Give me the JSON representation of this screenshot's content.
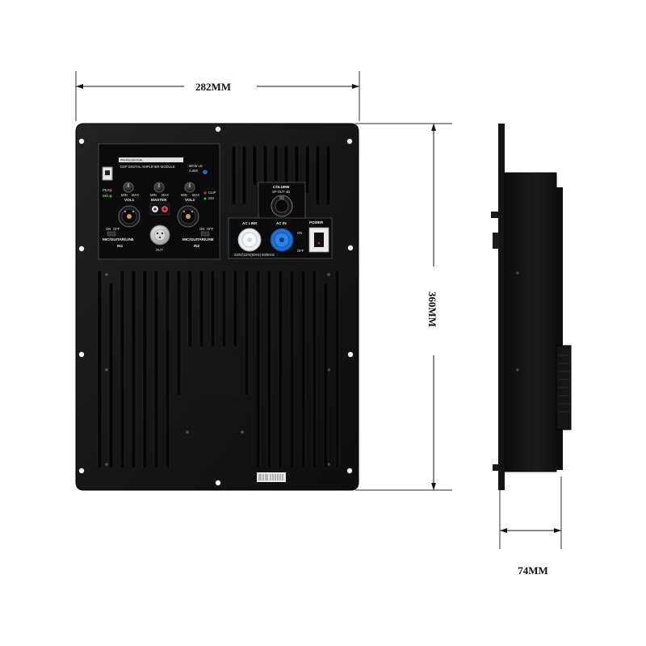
{
  "dimensions": {
    "width": "282MM",
    "height": "360MM",
    "depth": "74MM"
  },
  "panel": {
    "badge": "PROFESSIONAL",
    "module_name": "DSP DIGITAL AMPLIFIER MODULE",
    "indicator_lines": [
      "MCW LE",
      "A.050"
    ],
    "vol1": "VOL1",
    "master": "MASTER",
    "vol2": "VOL2",
    "knob_min": "MIN",
    "knob_max": "MAX",
    "peak": "PEAK",
    "sig": "SIG",
    "clip": "CLIP",
    "on_off_left": [
      "ON",
      "OFF"
    ],
    "on_off_right": [
      "ON",
      "OFF"
    ],
    "input1": "MIC/GUITAR/LINE",
    "input1_num": "IN1",
    "input2": "MIC/GUITAR/LINE",
    "input2_num": "IN2",
    "out": "OUT",
    "column": "COLUMN",
    "sp_out": "SP OUT 4Ω",
    "ac_link": "AC LINK",
    "ac_in": "AC IN",
    "power": "POWER",
    "power_on": "ON",
    "power_off": "OFF",
    "voltage": "220V/110V(60Hz) 50/60Hz"
  },
  "colors": {
    "plate": "#1a1a1a",
    "power_connector": "#1f6fd1",
    "link_connector": "#e9eef3"
  }
}
